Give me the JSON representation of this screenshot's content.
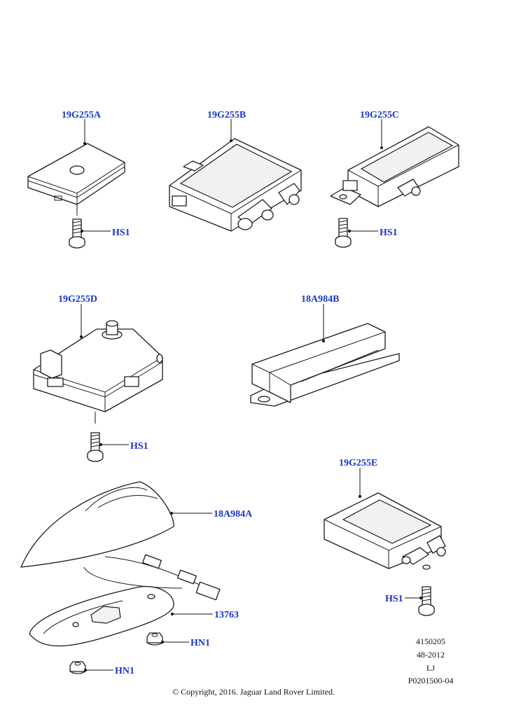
{
  "callouts": {
    "p19g255a": "19G255A",
    "p19g255b": "19G255B",
    "p19g255c": "19G255C",
    "p19g255d": "19G255D",
    "p19g255e": "19G255E",
    "p18a984a": "18A984A",
    "p18a984b": "18A984B",
    "p13763": "13763",
    "hs1": "HS1",
    "hn1": "HN1"
  },
  "reference": {
    "line1": "4150205",
    "line2": "48-2012",
    "line3": "LJ",
    "line4": "P0201500-04"
  },
  "copyright": "© Copyright, 2016. Jaguar Land Rover Limited.",
  "colors": {
    "callout": "#1a35c8",
    "line": "#1a1a1a"
  }
}
